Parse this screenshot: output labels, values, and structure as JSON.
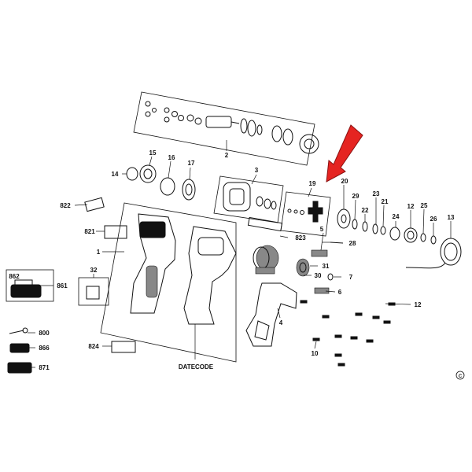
{
  "callouts": {
    "c1": "1",
    "c2": "2",
    "c3": "3",
    "c4": "4",
    "c5": "5",
    "c6": "6",
    "c7": "7",
    "c10": "10",
    "c12": "12",
    "c13": "13",
    "c14": "14",
    "c15": "15",
    "c16": "16",
    "c17": "17",
    "c19": "19",
    "c20": "20",
    "c21": "21",
    "c22": "22",
    "c23": "23",
    "c24": "24",
    "c25": "25",
    "c26": "26",
    "c28": "28",
    "c29": "29",
    "c30": "30",
    "c31": "31",
    "c32": "32",
    "c800": "800",
    "c821": "821",
    "c822": "822",
    "c823": "823",
    "c824": "824",
    "c861": "861",
    "c862": "862",
    "c866": "866",
    "c871": "871"
  },
  "datecode_label": "DATECODE",
  "copyright_mark": "C",
  "highlight_color": "#e52421"
}
